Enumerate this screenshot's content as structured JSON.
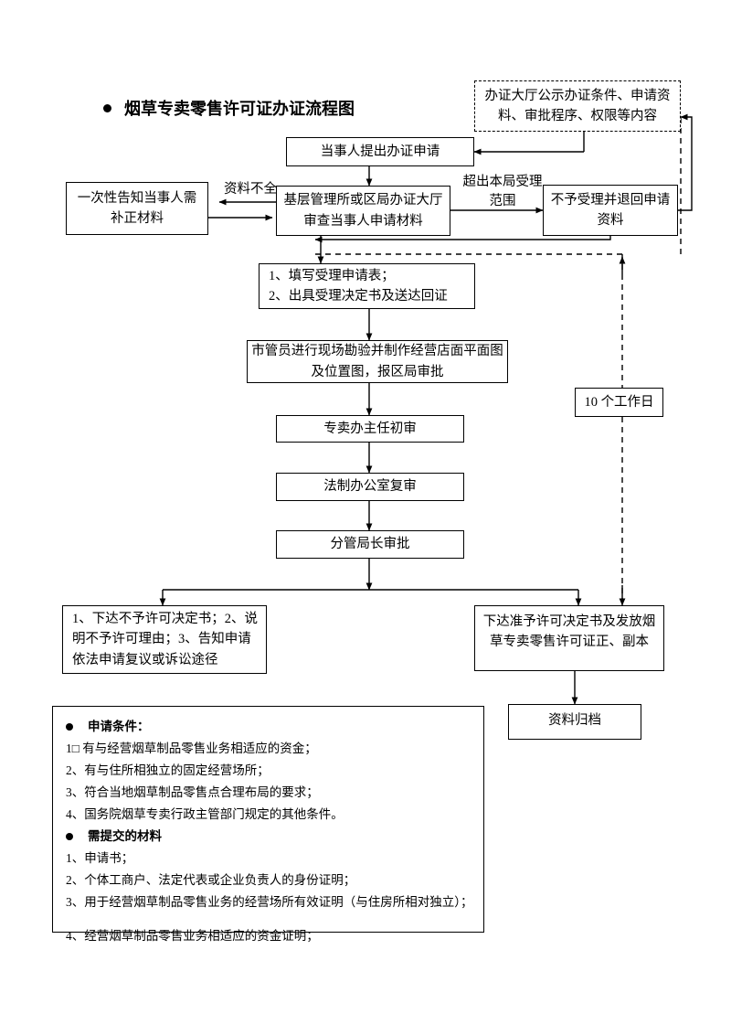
{
  "document": {
    "title": "烟草专卖零售许可证办证流程图",
    "bullet_icon": "filled-circle-bullet"
  },
  "flowchart": {
    "type": "process-flow",
    "nodes": {
      "public_notice": {
        "id": "public_notice",
        "label": "办证大厅公示办证条件、申请资料、审批程序、权限等内容",
        "line1": "办证大厅公示办证条件、申请资",
        "line2": "料、审批程序、权限等内容",
        "style": "dashed"
      },
      "apply": {
        "id": "apply",
        "label": "当事人提出办证申请"
      },
      "notify_correct": {
        "id": "notify_correct",
        "line1": "一次性告知当事人需",
        "line2": "补正材料"
      },
      "review_materials": {
        "id": "review_materials",
        "line1": "基层管理所或区局办证大厅",
        "line2": "审查当事人申请材料"
      },
      "reject_return": {
        "id": "reject_return",
        "line1": "不予受理并退回申请",
        "line2": "资料"
      },
      "accept_forms": {
        "id": "accept_forms",
        "line1": "1、填写受理申请表；",
        "line2": "2、出具受理决定书及送达回证"
      },
      "site_survey": {
        "id": "site_survey",
        "line1": "市管员进行现场勘验并制作经营店面平面图",
        "line2": "及位置图，报区局审批"
      },
      "first_review": {
        "id": "first_review",
        "label": "专卖办主任初审"
      },
      "legal_review": {
        "id": "legal_review",
        "label": "法制办公室复审"
      },
      "director_approve": {
        "id": "director_approve",
        "label": "分管局长审批"
      },
      "working_days": {
        "id": "working_days",
        "label": "10 个工作日"
      },
      "deny_decision": {
        "id": "deny_decision",
        "line1": "1、下达不予许可决定书；2、说",
        "line2": "明不予许可理由；3、告知申请",
        "line3": "依法申请复议或诉讼途径"
      },
      "grant_decision": {
        "id": "grant_decision",
        "line1": "下达准予许可决定书及发放烟",
        "line2": "草专卖零售许可证正、副本"
      },
      "archive": {
        "id": "archive",
        "label": "资料归档"
      }
    },
    "edge_labels": {
      "incomplete_materials": "资料不全",
      "out_of_scope_line1": "超出本局受理",
      "out_of_scope_line2": "范围"
    }
  },
  "legend": {
    "section_conditions": {
      "heading": "申请条件：",
      "items": [
        "1□ 有与经营烟草制品零售业务相适应的资金；",
        "2、有与住所相独立的固定经营场所；",
        "3、符合当地烟草制品零售点合理布局的要求；",
        "4、国务院烟草专卖行政主管部门规定的其他条件。"
      ]
    },
    "section_materials": {
      "heading": "需提交的材料",
      "items": [
        "1、申请书；",
        "2、个体工商户、法定代表或企业负责人的身份证明；",
        "3、用于经营烟草制品零售业务的经营场所有效证明（与住房所相对独立）；"
      ],
      "items_after_gap": [
        "4、经营烟草制品零售业务相适应的资金证明；"
      ]
    }
  },
  "colors": {
    "border": "#000000",
    "text": "#000000",
    "background": "#ffffff"
  }
}
